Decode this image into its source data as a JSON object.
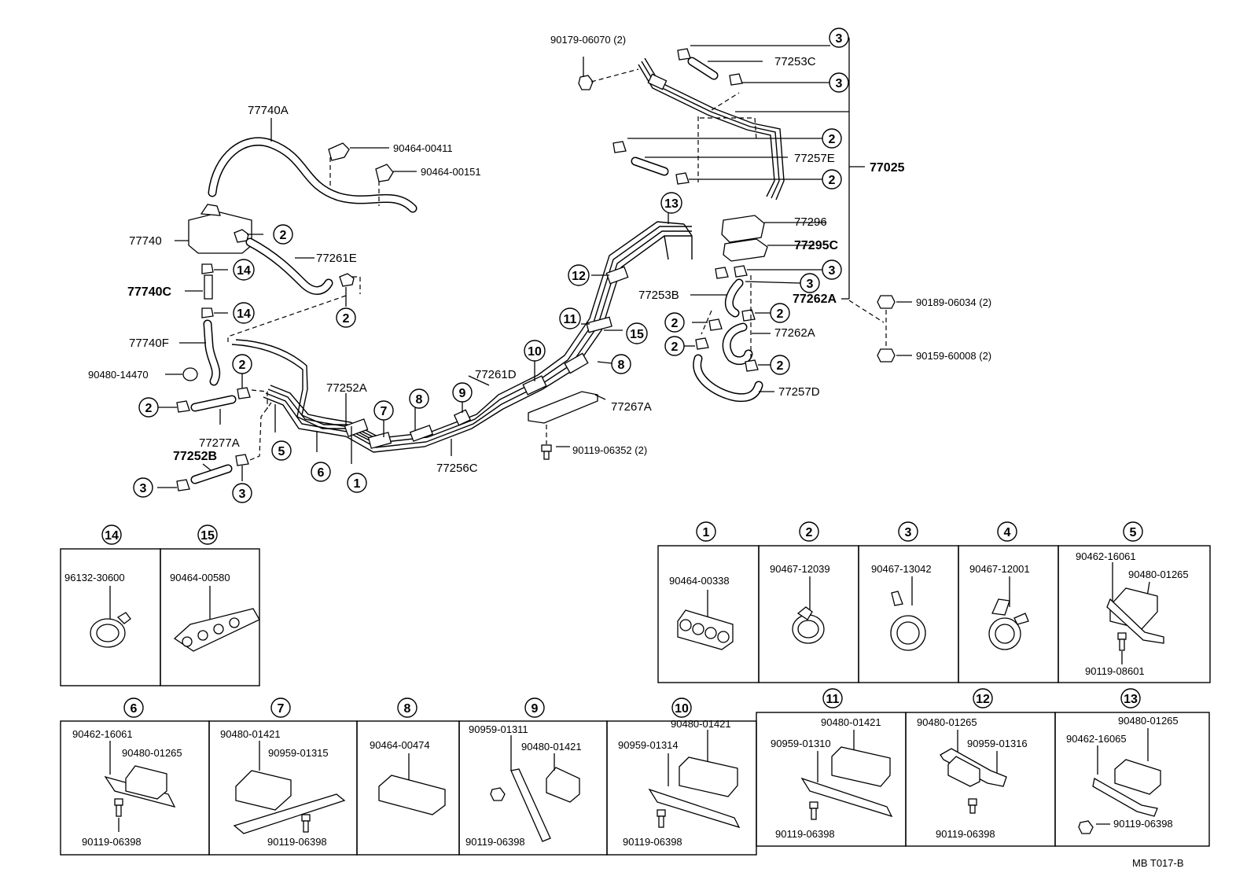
{
  "labels": {
    "p77740A": "77740A",
    "p90464_00411": "90464-00411",
    "p90464_00151": "90464-00151",
    "p77740": "77740",
    "p77261E": "77261E",
    "p77740C": "77740C",
    "p77740F": "77740F",
    "p90480_14470": "90480-14470",
    "p77252A": "77252A",
    "p77277A": "77277A",
    "p77252B": "77252B",
    "p77256C": "77256C",
    "p77261D": "77261D",
    "p77267A": "77267A",
    "p90119_06352": "90119-06352 (2)",
    "p90179_06070": "90179-06070 (2)",
    "p77253C": "77253C",
    "p77257E": "77257E",
    "p77025": "77025",
    "p77296": "77296",
    "p77295C": "77295C",
    "p77253B": "77253B",
    "p77262A_1": "77262A",
    "p77262A_2": "77262A",
    "p77257D": "77257D",
    "p90189_06034": "90189-06034 (2)",
    "p90159_60008": "90159-60008 (2)"
  },
  "callouts": {
    "n1": "1",
    "n2": "2",
    "n3": "3",
    "n5": "5",
    "n6": "6",
    "n7": "7",
    "n8": "8",
    "n9": "9",
    "n10": "10",
    "n11": "11",
    "n12": "12",
    "n13": "13",
    "n14": "14",
    "n15": "15"
  },
  "detail_boxes": {
    "b14": {
      "num": "14",
      "parts": [
        "96132-30600"
      ]
    },
    "b15": {
      "num": "15",
      "parts": [
        "90464-00580"
      ]
    },
    "b1": {
      "num": "1",
      "parts": [
        "90464-00338"
      ]
    },
    "b2": {
      "num": "2",
      "parts": [
        "90467-12039"
      ]
    },
    "b3": {
      "num": "3",
      "parts": [
        "90467-13042"
      ]
    },
    "b4": {
      "num": "4",
      "parts": [
        "90467-12001"
      ]
    },
    "b5": {
      "num": "5",
      "parts": [
        "90462-16061",
        "90480-01265",
        "90119-08601"
      ]
    },
    "b6": {
      "num": "6",
      "parts": [
        "90462-16061",
        "90480-01265",
        "90119-06398"
      ]
    },
    "b7": {
      "num": "7",
      "parts": [
        "90480-01421",
        "90959-01315",
        "90119-06398"
      ]
    },
    "b8": {
      "num": "8",
      "parts": [
        "90464-00474"
      ]
    },
    "b9": {
      "num": "9",
      "parts": [
        "90959-01311",
        "90480-01421",
        "90119-06398"
      ]
    },
    "b10": {
      "num": "10",
      "parts": [
        "90480-01421",
        "90959-01314",
        "90119-06398"
      ]
    },
    "b11": {
      "num": "11",
      "parts": [
        "90480-01421",
        "90959-01310",
        "90119-06398"
      ]
    },
    "b12": {
      "num": "12",
      "parts": [
        "90480-01265",
        "90959-01316",
        "90119-06398"
      ]
    },
    "b13": {
      "num": "13",
      "parts": [
        "90480-01265",
        "90462-16065",
        "90119-06398"
      ]
    }
  },
  "footer": {
    "code": "MB  T017-B"
  }
}
